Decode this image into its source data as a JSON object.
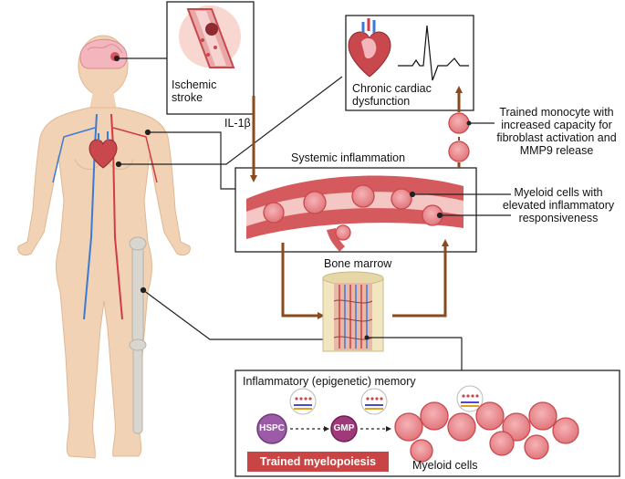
{
  "labels": {
    "ischemic_stroke": "Ischemic\nstroke",
    "chronic_cardiac": "Chronic cardiac\ndysfunction",
    "il1b": "IL-1β",
    "systemic_inflammation": "Systemic inflammation",
    "trained_monocyte": "Trained monocyte with\nincreased capacity for\nfibroblast activation and\nMMP9 release",
    "myeloid_elevated": "Myeloid cells with\nelevated inflammatory\nresponsiveness",
    "bone_marrow": "Bone marrow",
    "inflammatory_memory": "Inflammatory (epigenetic) memory",
    "hspc": "HSPC",
    "gmp": "GMP",
    "trained_myelopoiesis": "Trained myelopoiesis",
    "myeloid_cells": "Myeloid cells"
  },
  "colors": {
    "arrow_brown": "#8b4a1e",
    "cell_pink": "#ec8f93",
    "cell_dark": "#c9484e",
    "vessel_wall": "#d55a5e",
    "skin": "#f2d2b4",
    "banner_red": "#c94545",
    "hspc_purple": "#9b5ba6",
    "gmp_purple": "#a0397a"
  },
  "icons": [
    "human-body-illustration",
    "brain-icon",
    "heart-icon",
    "blood-vessel-icon",
    "bone-icon",
    "ecg-trace-icon",
    "dna-icon"
  ]
}
